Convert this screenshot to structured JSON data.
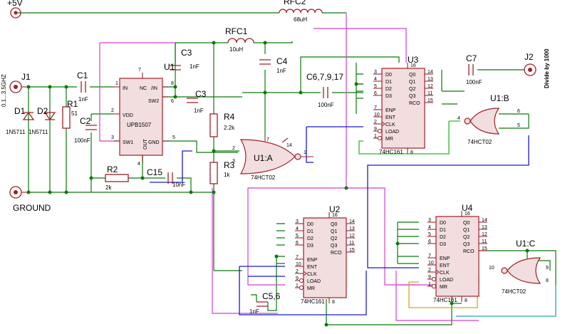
{
  "power": {
    "vcc": "+5V",
    "ground": "GROUND"
  },
  "connectors": {
    "j1": "J1",
    "j1_note": "0.1...3.5GHZ",
    "j2": "J2",
    "j2_note": "Divide by 1000"
  },
  "inductors": {
    "rfc1": "RFC1",
    "rfc1_val": "10uH",
    "rfc2": "RFC2",
    "rfc2_val": "68uH"
  },
  "capacitors": {
    "c1": "C1",
    "c1_val": "1nF",
    "c2": "C2",
    "c2_val": "100nF",
    "c3a": "C3",
    "c3a_val": "1nF",
    "c3b": "C3",
    "c3b_val": "1nF",
    "c4": "C4",
    "c4_val": "1nF",
    "c15": "C15",
    "c15_val": "10nF",
    "c6": "C6,7,9,17",
    "c6_val": "100nF",
    "c7": "C7",
    "c7_val": "100nF",
    "c5": "C5,6",
    "c5_val": "1nF"
  },
  "resistors": {
    "r1": "R1",
    "r1_val": "51",
    "r2": "R2",
    "r2_val": "2k",
    "r3": "R3",
    "r3_val": "1k",
    "r4": "R4",
    "r4_val": "2.2k"
  },
  "diodes": {
    "d1": "D1",
    "d1_val": "1N5711",
    "d2": "D2",
    "d2_val": "1N5711"
  },
  "prescaler": {
    "ref": "U1",
    "part": "UPB1507",
    "pins": {
      "in": "IN",
      "nc": "NC",
      "nin": "/IN",
      "sw2": "SW2",
      "vdd": "VDD",
      "sw1": "SW1",
      "out": "OUT",
      "gnd": "GND"
    },
    "pin_nums": {
      "in": "1",
      "nc": "7",
      "nin": "8",
      "sw2": "6",
      "vdd": "2",
      "sw1": "3",
      "out": "4",
      "gnd": "5"
    }
  },
  "gates": {
    "u1a": "U1:A",
    "u1a_part": "74HCT02",
    "u1b": "U1:B",
    "u1b_part": "74HCT02",
    "u1c": "U1:C",
    "u1c_part": "74HCT02"
  },
  "counters": {
    "pins_left": [
      "D0",
      "D1",
      "D2",
      "D3",
      "ENP",
      "ENT",
      "CLK",
      "LOAD",
      "MR"
    ],
    "pins_right": [
      "Q0",
      "Q1",
      "Q2",
      "Q3",
      "RCO"
    ],
    "u3": {
      "ref": "U3",
      "part": "74HC161",
      "top": "16",
      "bot": "8",
      "left_nums": [
        "3",
        "4",
        "5",
        "6",
        "7",
        "10",
        "2",
        "9",
        "1"
      ],
      "right_nums": [
        "14",
        "13",
        "12",
        "11",
        "15"
      ]
    },
    "u2": {
      "ref": "U2",
      "part": "74HC161",
      "top": "16",
      "bot": "8",
      "left_nums": [
        "3",
        "4",
        "5",
        "6",
        "7",
        "10",
        "2",
        "9",
        "1"
      ],
      "right_nums": [
        "14",
        "13",
        "12",
        "11",
        "15"
      ]
    },
    "u4": {
      "ref": "U4",
      "part": "74HC161",
      "top": "16",
      "bot": "8",
      "left_nums": [
        "3",
        "4",
        "5",
        "6",
        "7",
        "10",
        "2",
        "9",
        "1"
      ],
      "right_nums": [
        "14",
        "13",
        "12",
        "11",
        "15"
      ]
    }
  },
  "gate_pins": {
    "a_in1": "2",
    "a_in2": "3",
    "a_out": "1",
    "a_vcc": "14",
    "a_gnd": "7",
    "b_in1": "6",
    "b_in2": "5",
    "b_out": "4",
    "c_in1": "9",
    "c_in2": "8",
    "c_out": "10"
  },
  "colors": {
    "wire": "#0a7a0a",
    "chip": "#a0202a",
    "chip_fill": "#f2dede",
    "magenta": "#d23fd0",
    "blue": "#1a1acc",
    "green": "#2ab82a",
    "yellow": "#e0a020",
    "cyan": "#20a8b8"
  }
}
